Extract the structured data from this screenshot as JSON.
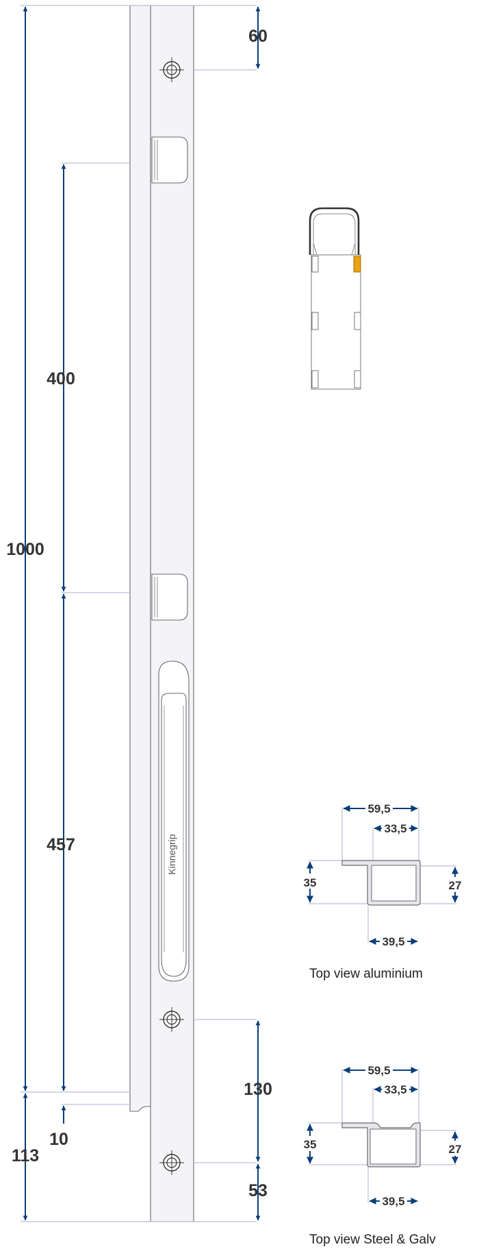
{
  "colors": {
    "dimension": "#0a3d7a",
    "extension": "#b9bfd6",
    "highlight": "#e8a317",
    "outline": "#6a6a72"
  },
  "dimensions": {
    "top_hole": "60",
    "keeper_spacing": "400",
    "overall": "1000",
    "keeper_to_base": "457",
    "bottom_hole_spacing": "130",
    "offset": "10",
    "base_length": "113",
    "bottom_hole": "53"
  },
  "handle_text": "Kinnegrip",
  "profile_aluminium": {
    "width_top": "59,5",
    "width_inner": "33,5",
    "height_left": "35",
    "height_right": "27",
    "width_bottom": "39,5",
    "caption": "Top view aluminium"
  },
  "profile_steel": {
    "width_top": "59,5",
    "width_inner": "33,5",
    "height_left": "35",
    "height_right": "27",
    "width_bottom": "39,5",
    "caption": "Top view Steel & Galv"
  }
}
